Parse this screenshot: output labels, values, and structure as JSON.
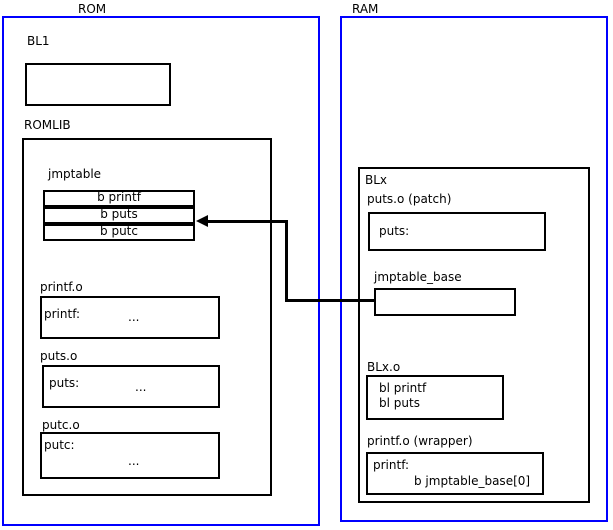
{
  "diagram": {
    "title": "ROMLIB jump table patching diagram",
    "colors": {
      "memory_region_border": "#0000ff",
      "box_border": "#000000",
      "background": "#ffffff",
      "connector": "#000000"
    }
  },
  "rom": {
    "label": "ROM",
    "bl1": {
      "label": "BL1",
      "body": ""
    },
    "romlib": {
      "label": "ROMLIB",
      "jmptable": {
        "label": "jmptable",
        "entries": [
          "b printf",
          "b puts",
          "b putc"
        ]
      },
      "objects": [
        {
          "label": "printf.o",
          "symbol": "printf:",
          "body": "..."
        },
        {
          "label": "puts.o",
          "symbol": "puts:",
          "body": "..."
        },
        {
          "label": "putc.o",
          "symbol": "putc:",
          "body": "..."
        }
      ]
    }
  },
  "ram": {
    "label": "RAM",
    "blx": {
      "label": "BLx",
      "puts_patch": {
        "label": "puts.o (patch)",
        "symbol": "puts:"
      },
      "jmptable_base": {
        "label": "jmptable_base",
        "body": ""
      },
      "blx_o": {
        "label": "BLx.o",
        "lines": [
          "bl printf",
          "bl puts"
        ]
      },
      "printf_wrapper": {
        "label": "printf.o (wrapper)",
        "symbol": "printf:",
        "branch": "b jmptable_base[0]"
      }
    }
  },
  "connector": {
    "name": "jmptable-base-to-b-puts-arrow",
    "from": "jmptable_base",
    "to": "b puts"
  }
}
